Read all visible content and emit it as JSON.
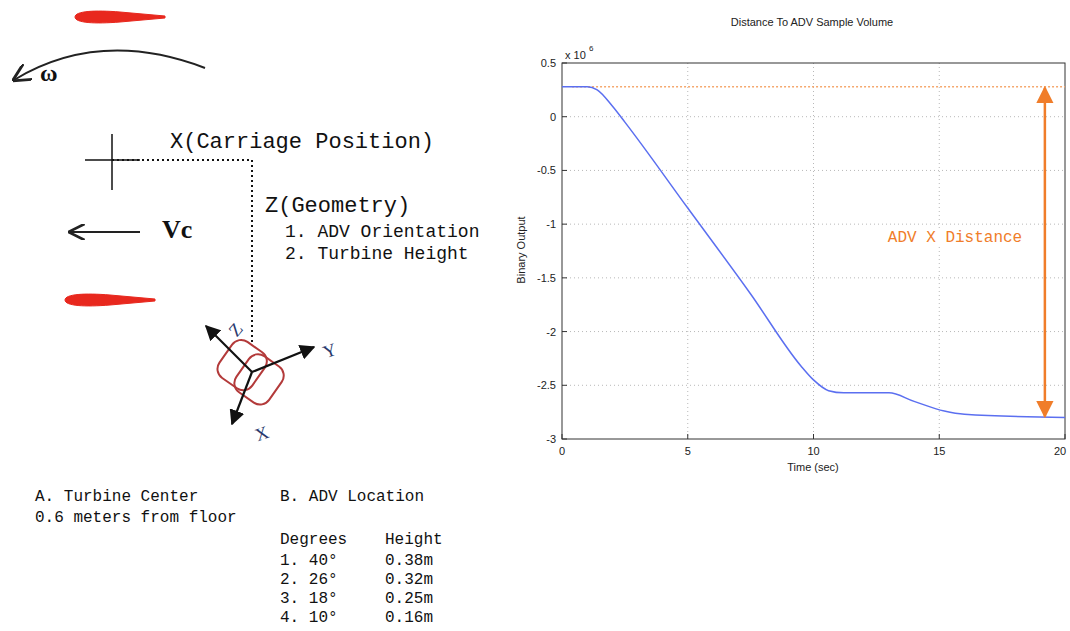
{
  "diagram": {
    "labels": [
      "ω",
      "X(Carriage Position)",
      "Vc",
      "Z(Geometry)",
      "1. ADV Orientation",
      "2. Turbine Height",
      "Z",
      "Y",
      "X",
      "A. Turbine Center",
      "0.6 meters from floor",
      "B. ADV Location",
      "Degrees",
      "Height",
      "1. 40°",
      "0.38m",
      "2. 26°",
      "0.32m",
      "3. 18°",
      "0.25m",
      "4. 10°",
      "0.16m",
      "Distance To ADV Sample Volume",
      "x 10",
      "6",
      "Binary Output",
      "Time (sec)",
      "0.5",
      "0",
      "-0.5",
      "-1",
      "-1.5",
      "-2",
      "-2.5",
      "-3",
      "0",
      "5",
      "10",
      "15",
      "20",
      "ADV X Distance"
    ]
  }
}
